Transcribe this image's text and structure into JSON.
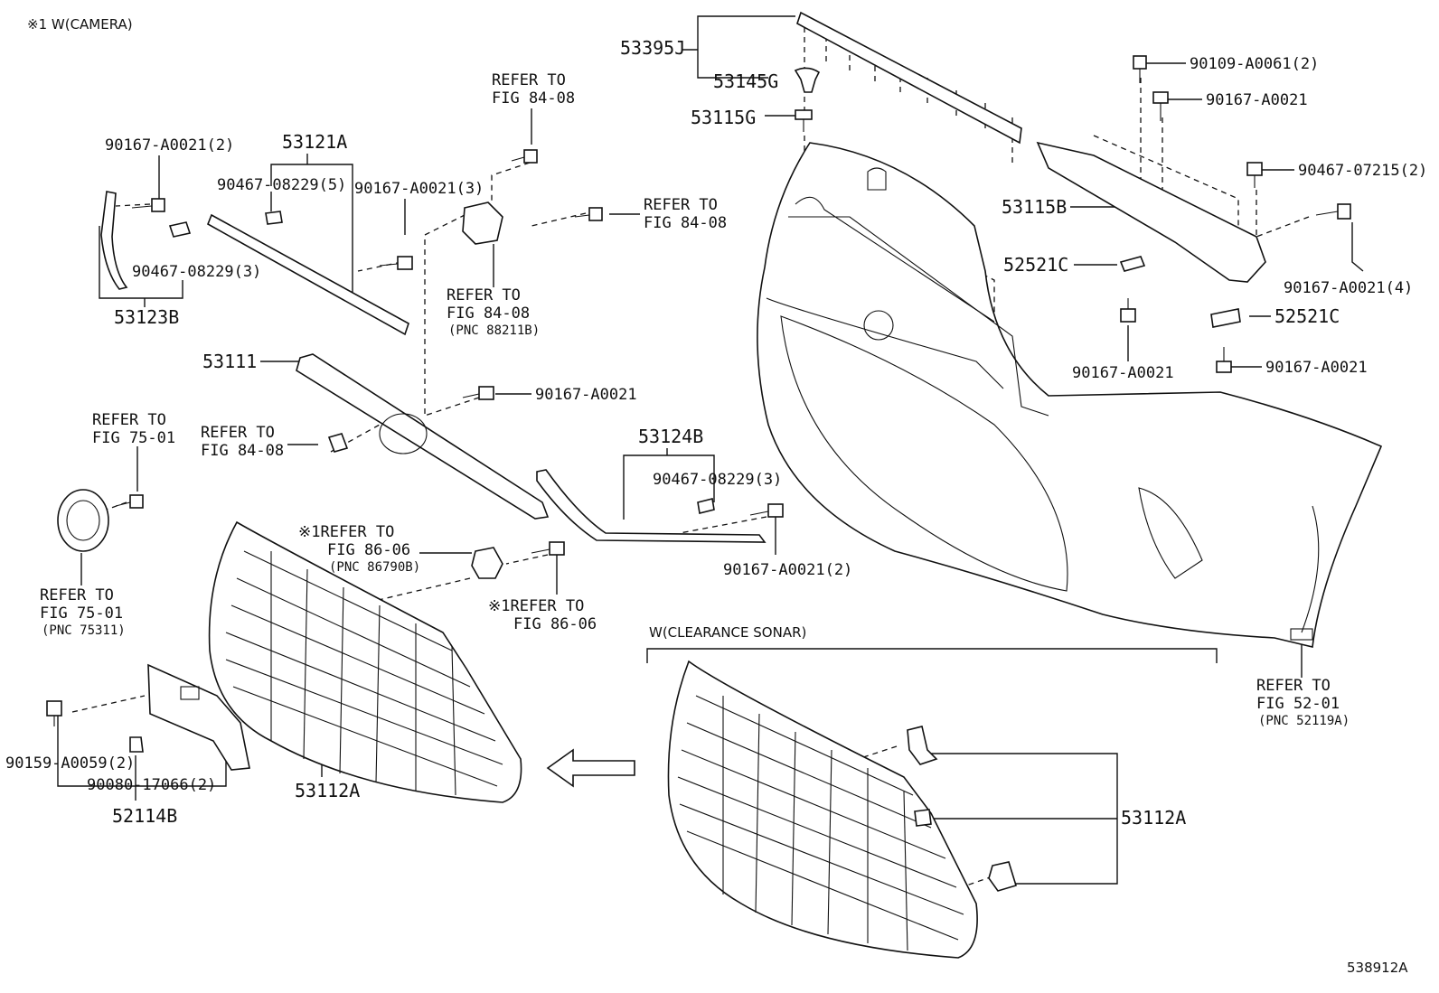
{
  "notes": {
    "camera": "※1 W(CAMERA)",
    "sonar": "W(CLEARANCE SONAR)",
    "figure_id": "538912A"
  },
  "labels": {
    "p53395J": "53395J",
    "p53145G": "53145G",
    "p53115G": "53115G",
    "p90109": "90109-A0061(2)",
    "p90167_r1": "90167-A0021",
    "p90467_07215": "90467-07215(2)",
    "p53115B": "53115B",
    "p52521C_a": "52521C",
    "p90167_r4": "90167-A0021(4)",
    "p52521C_b": "52521C",
    "p90167_r2": "90167-A0021",
    "p90167_r3": "90167-A0021",
    "p90167_l2": "90167-A0021(2)",
    "p53121A": "53121A",
    "p90467_08229_5": "90467-08229(5)",
    "p90167_l3": "90167-A0021(3)",
    "p90467_08229_3a": "90467-08229(3)",
    "p53123B": "53123B",
    "p53111": "53111",
    "p90167_c": "90167-A0021",
    "p53124B": "53124B",
    "p90467_08229_3b": "90467-08229(3)",
    "p90167_c2": "90167-A0021(2)",
    "p53112A_left": "53112A",
    "p53112A_right": "53112A",
    "p90159": "90159-A0059(2)",
    "p90080": "90080-17066(2)",
    "p52114B": "52114B"
  },
  "refers": {
    "r1_line1": "REFER TO",
    "r1_line2": "FIG 84-08",
    "r2_line1": "REFER TO",
    "r2_line2": "FIG 84-08",
    "r3_line1": "REFER TO",
    "r3_line2": "FIG 84-08",
    "r3_line3": "(PNC 88211B)",
    "r4_line1": "REFER TO",
    "r4_line2": "FIG 84-08",
    "r5_line1": "REFER TO",
    "r5_line2": "FIG 75-01",
    "r6_line1": "REFER TO",
    "r6_line2": "FIG 75-01",
    "r6_line3": "(PNC 75311)",
    "r7_line1": "※1REFER TO",
    "r7_line2": "FIG 86-06",
    "r7_line3": "(PNC 86790B)",
    "r8_line1": "※1REFER TO",
    "r8_line2": "FIG 86-06",
    "r9_line1": "REFER TO",
    "r9_line2": "FIG 52-01",
    "r9_line3": "(PNC 52119A)"
  }
}
